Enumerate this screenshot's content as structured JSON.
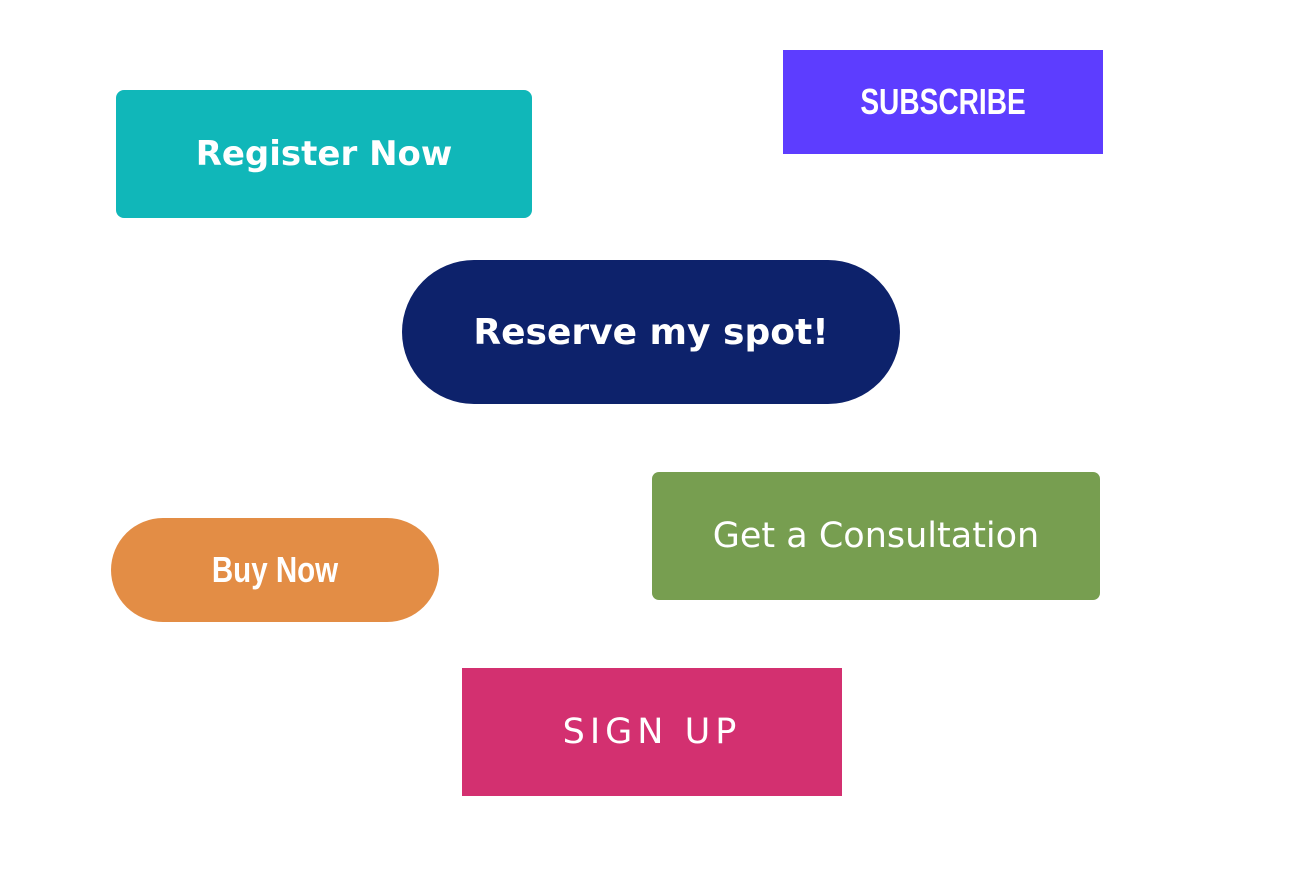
{
  "buttons": {
    "register": {
      "label": "Register Now",
      "color": "#10b7b9"
    },
    "subscribe": {
      "label": "SUBSCRIBE",
      "color": "#5d3dff"
    },
    "reserve": {
      "label": "Reserve my spot!",
      "color": "#0d226b"
    },
    "consultation": {
      "label": "Get a Consultation",
      "color": "#779e50"
    },
    "buy_now": {
      "label": "Buy Now",
      "color": "#e38d45"
    },
    "sign_up": {
      "label": "SIGN UP",
      "color": "#d33070"
    }
  }
}
